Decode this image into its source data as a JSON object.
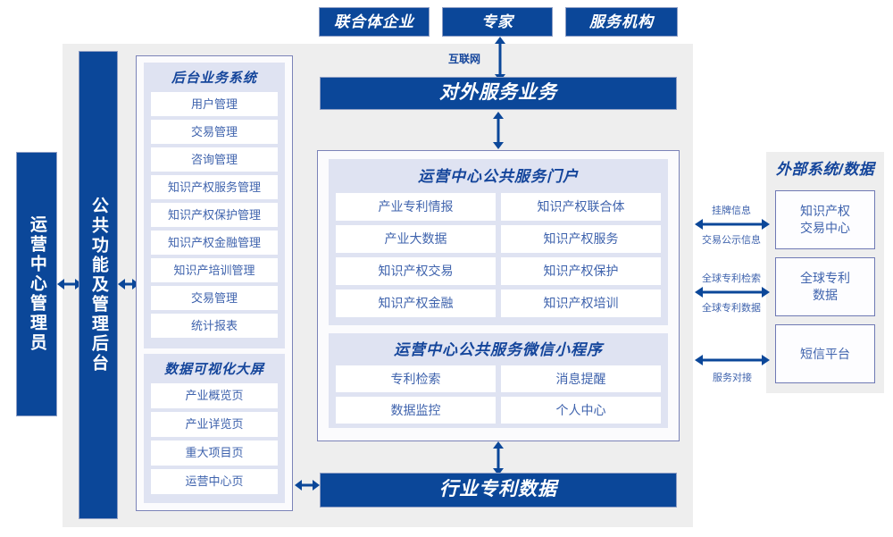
{
  "colors": {
    "brand_blue": "#0b4799",
    "title_blue": "#14459b",
    "text_blue": "#3f63ad",
    "panel_gray": "#eeeeee",
    "group_lavender": "#dfe3f2",
    "border_purple": "#7b83b8"
  },
  "top_actors": [
    {
      "label": "联合体企业"
    },
    {
      "label": "专家"
    },
    {
      "label": "服务机构"
    }
  ],
  "connectors": {
    "internet": "互联网",
    "listing_info": "挂牌信息",
    "transaction_public_info": "交易公示信息",
    "global_patent_search": "全球专利检索",
    "global_patent_data": "全球专利数据",
    "service_docking": "服务对接"
  },
  "left_rails": [
    {
      "label": "运营中心管理员",
      "name": "operation-center-admin"
    },
    {
      "label": "公共功能及管理后台",
      "name": "public-functions-admin-backend"
    }
  ],
  "backoffice": {
    "title": "后台业务系统",
    "items": [
      "用户管理",
      "交易管理",
      "咨询管理",
      "知识产权服务管理",
      "知识产权保护管理",
      "知识产权金融管理",
      "知识产培训管理",
      "交易管理",
      "统计报表"
    ]
  },
  "dataviz": {
    "title": "数据可视化大屏",
    "items": [
      "产业概览页",
      "产业详览页",
      "重大项目页",
      "运营中心页"
    ]
  },
  "external_service": {
    "label": "对外服务业务"
  },
  "portal": {
    "title": "运营中心公共服务门户",
    "items": [
      "产业专利情报",
      "知识产权联合体",
      "产业大数据",
      "知识产权服务",
      "知识产权交易",
      "知识产权保护",
      "知识产权金融",
      "知识产权培训"
    ]
  },
  "miniprogram": {
    "title": "运营中心公共服务微信小程序",
    "items": [
      "专利检索",
      "消息提醒",
      "数据监控",
      "个人中心"
    ]
  },
  "bottom_bar": {
    "label": "行业专利数据"
  },
  "external": {
    "title": "外部系统/数据",
    "items": [
      "知识产权\n交易中心",
      "全球专利\n数据",
      "短信平台"
    ]
  }
}
